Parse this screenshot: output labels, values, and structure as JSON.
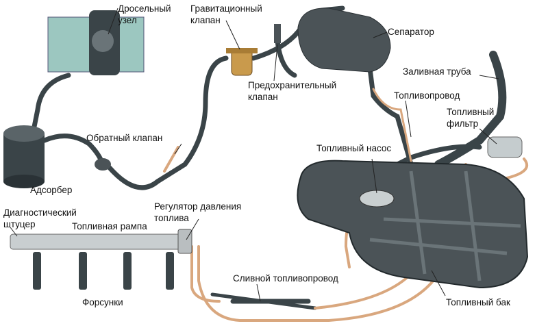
{
  "labels": {
    "throttle": "Дросельный\nузел",
    "gravity_valve": "Гравитационный\nклапан",
    "separator": "Сепаратор",
    "filler_pipe": "Заливная труба",
    "safety_valve": "Предохранительный\nклапан",
    "fuel_line": "Топливопровод",
    "fuel_filter": "Топливный\nфильтр",
    "check_valve": "Обратный клапан",
    "fuel_pump": "Топливный насос",
    "adsorber": "Адсорбер",
    "pressure_regulator": "Регулятор давления\nтоплива",
    "diagnostic_fitting": "Диагностический\nштуцер",
    "fuel_rail": "Топливная рампа",
    "return_line": "Сливной топливопровод",
    "injectors": "Форсунки",
    "fuel_tank": "Топливный бак"
  },
  "colors": {
    "hose": "#3a4448",
    "copper_pipe": "#d9a77e",
    "tank": "#4b5357",
    "throttle_body": "#9cc7c0",
    "rail": "#c9ced0"
  }
}
